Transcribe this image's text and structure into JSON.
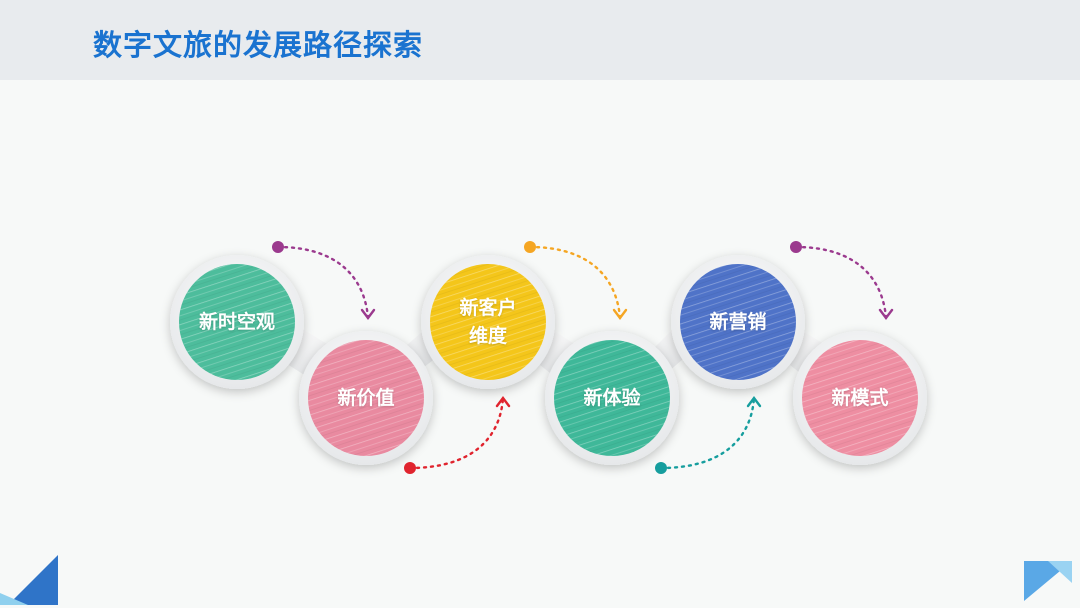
{
  "page": {
    "title": "数字文旅的发展路径探索"
  },
  "nodes": [
    {
      "label": "新时空观",
      "color": "#4dbd9c"
    },
    {
      "label": "新价值",
      "color": "#e98aa0"
    },
    {
      "label": "新客户\n维度",
      "color": "#f4c61a"
    },
    {
      "label": "新体验",
      "color": "#3fb899"
    },
    {
      "label": "新营销",
      "color": "#4f73c8"
    },
    {
      "label": "新模式",
      "color": "#ee8ea2"
    }
  ],
  "connector_colors": [
    "#9b3a8e",
    "#e0242e",
    "#f5a623",
    "#169e9e",
    "#9b3a8e"
  ]
}
